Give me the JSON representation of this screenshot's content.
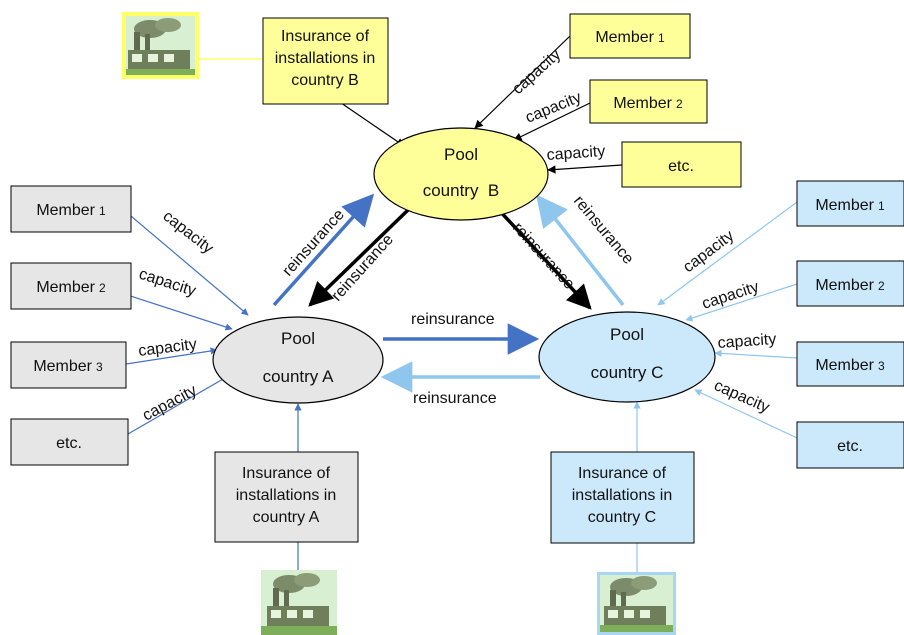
{
  "pools": {
    "a": {
      "line1": "Pool",
      "line2": "country A"
    },
    "b": {
      "line1": "Pool",
      "line2": "country  B"
    },
    "c": {
      "line1": "Pool",
      "line2": "country C"
    }
  },
  "installations": {
    "a": [
      "Insurance of",
      "installations in",
      "country A"
    ],
    "b": [
      "Insurance of",
      "installations in",
      "country B"
    ],
    "c": [
      "Insurance of",
      "installations in",
      "country C"
    ]
  },
  "members": {
    "a": [
      {
        "label": "Member",
        "sub": "1"
      },
      {
        "label": "Member",
        "sub": "2"
      },
      {
        "label": "Member",
        "sub": "3"
      },
      {
        "label": "etc.",
        "sub": ""
      }
    ],
    "b": [
      {
        "label": "Member",
        "sub": "1"
      },
      {
        "label": "Member",
        "sub": "2"
      },
      {
        "label": "etc.",
        "sub": ""
      }
    ],
    "c": [
      {
        "label": "Member",
        "sub": "1"
      },
      {
        "label": "Member",
        "sub": "2"
      },
      {
        "label": "Member",
        "sub": "3"
      },
      {
        "label": "etc.",
        "sub": ""
      }
    ]
  },
  "edge_labels": {
    "capacity": "capacity",
    "reinsurance": "reinsurance"
  },
  "colors": {
    "gray_fill": "#e6e6e6",
    "yellow_fill": "#ffff99",
    "blue_fill": "#cce9fb",
    "arrow_dark_blue": "#4472c4",
    "arrow_light_blue": "#8ec6ee",
    "arrow_black": "#000000"
  },
  "icons": {
    "factory": "factory-icon"
  }
}
